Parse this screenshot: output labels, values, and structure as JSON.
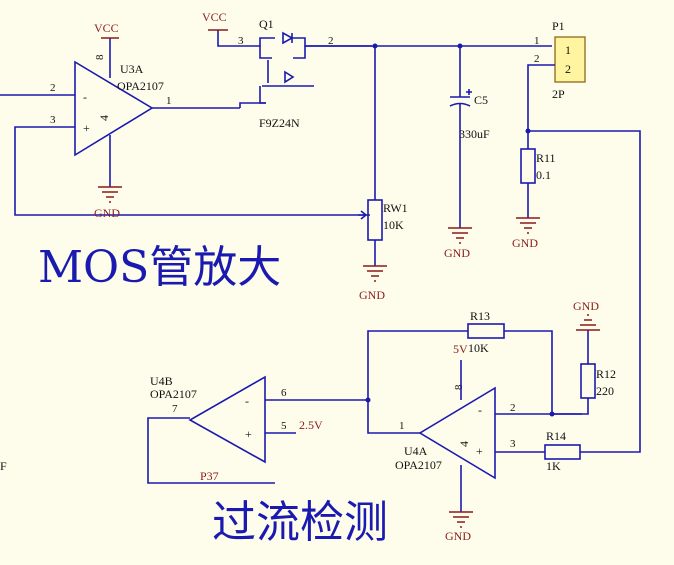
{
  "colors": {
    "background": "#fefdec",
    "wire": "#1a1ab0",
    "power_label": "#8b1a1a",
    "text": "#111111",
    "header_fill": "#fff4a0"
  },
  "headings": {
    "mos_amp": "MOS管放大",
    "overcurrent": "过流检测"
  },
  "power": {
    "vcc": "VCC",
    "gnd": "GND",
    "v5": "5V",
    "v25": "2.5V"
  },
  "u3a": {
    "ref": "U3A",
    "part": "OPA2107",
    "pin_in_neg": "2",
    "pin_in_pos": "3",
    "pin_out": "1",
    "pin_vcc": "8",
    "pin_gnd": "4",
    "minus": "-",
    "plus": "+"
  },
  "q1": {
    "ref": "Q1",
    "part": "F9Z24N",
    "pin_source": "3",
    "pin_drain": "2"
  },
  "rw1": {
    "ref": "RW1",
    "value": "10K"
  },
  "c5": {
    "ref": "C5",
    "value": "330uF"
  },
  "p1": {
    "ref": "P1",
    "part": "2P",
    "pin1": "1",
    "pin2": "2",
    "label1": "1",
    "label2": "2"
  },
  "r11": {
    "ref": "R11",
    "value": "0.1"
  },
  "r12": {
    "ref": "R12",
    "value": "220"
  },
  "r13": {
    "ref": "R13",
    "value": "10K"
  },
  "r14": {
    "ref": "R14",
    "value": "1K"
  },
  "u4a": {
    "ref": "U4A",
    "part": "OPA2107",
    "pin_in_neg": "2",
    "pin_in_pos": "3",
    "pin_out": "1",
    "pin_vcc": "8",
    "pin_gnd": "4",
    "minus": "-",
    "plus": "+"
  },
  "u4b": {
    "ref": "U4B",
    "part": "OPA2107",
    "pin_in_neg": "6",
    "pin_in_pos": "5",
    "pin_out": "7",
    "net_out": "P37",
    "minus": "-",
    "plus": "+"
  },
  "edge_fragment": "F"
}
